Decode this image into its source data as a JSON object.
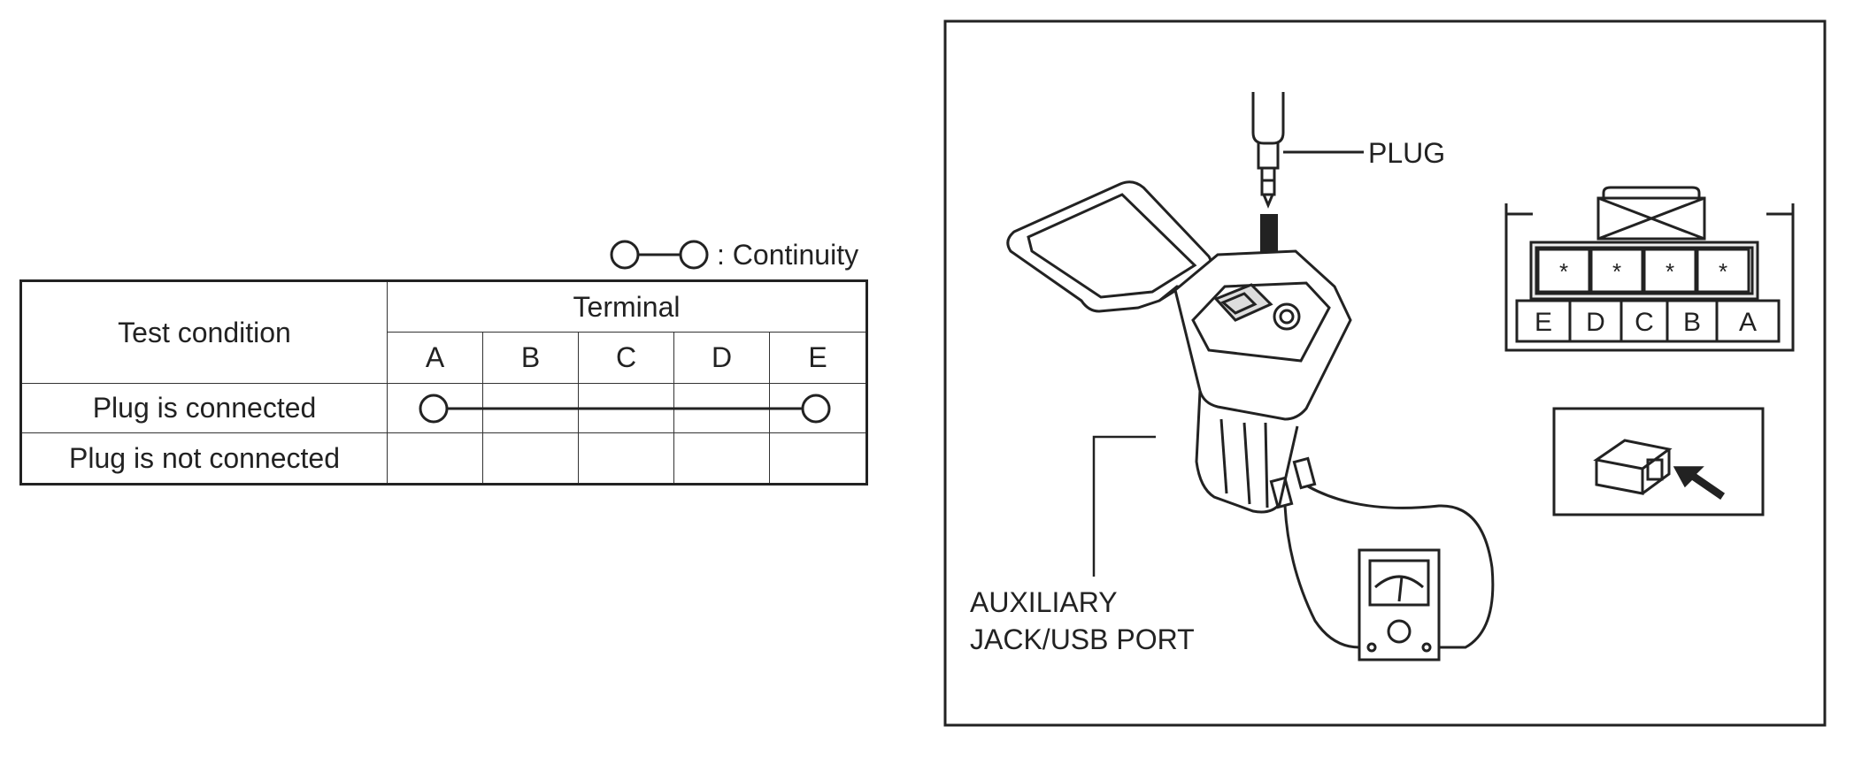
{
  "legend": {
    "label": ": Continuity",
    "symbol": "continuity-symbol"
  },
  "table": {
    "header_condition": "Test condition",
    "header_terminal": "Terminal",
    "terminals": [
      "A",
      "B",
      "C",
      "D",
      "E"
    ],
    "rows": [
      {
        "condition": "Plug is connected",
        "continuity": [
          "A",
          "E"
        ]
      },
      {
        "condition": "Plug is not connected",
        "continuity": []
      }
    ]
  },
  "figure": {
    "plug_label": "PLUG",
    "port_label_line1": "AUXILIARY",
    "port_label_line2": "JACK/USB PORT",
    "connector_pins_top": [
      "*",
      "*",
      "*",
      "*"
    ],
    "connector_pins_bottom": [
      "E",
      "D",
      "C",
      "B",
      "A"
    ]
  }
}
